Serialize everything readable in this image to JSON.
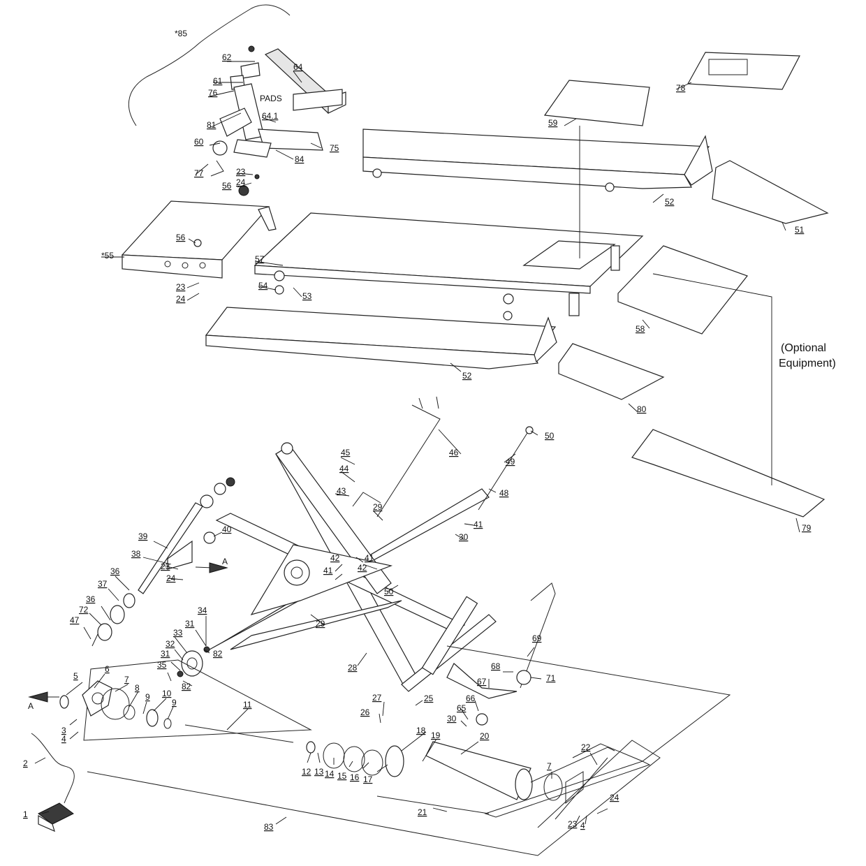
{
  "labels": {
    "p85": "*85",
    "p62": "62",
    "p61": "61",
    "p64": "64",
    "p76": "76",
    "pads": "PADS",
    "p64_1": "64.1",
    "p81": "81",
    "p60": "60",
    "p75": "75",
    "p84": "84",
    "p77": "77",
    "p23a": "23",
    "p24a": "24",
    "p56a": "56",
    "p59": "59",
    "p78": "78",
    "p52a": "52",
    "p51": "51",
    "p56b": "56",
    "p55": "*55",
    "p57": "57",
    "p23b": "23",
    "p24b": "24",
    "p54": "54",
    "p53": "53",
    "p58": "58",
    "p52b": "52",
    "p80": "80",
    "optional1": "(Optional",
    "optional2": "Equipment)",
    "p46": "46",
    "p45": "45",
    "p44": "44",
    "p43": "43",
    "p50a": "50",
    "p49": "49",
    "p48": "48",
    "p29a": "29",
    "p41a": "41",
    "p30a": "30",
    "p40": "40",
    "p39": "39",
    "p38": "38",
    "arrowA1": "A",
    "p42a": "42",
    "p41b": "41",
    "p42b": "42",
    "p41c": "41",
    "p23c": "23",
    "p24c": "24",
    "p36a": "36",
    "p37": "37",
    "p50b": "50",
    "p79": "79",
    "p36b": "36",
    "p72": "72",
    "p47": "47",
    "p29b": "29",
    "p34": "34",
    "p31a": "31",
    "p33": "33",
    "p82a": "82",
    "p32": "32",
    "p31b": "31",
    "p35": "35",
    "p82b": "82",
    "p28": "28",
    "p69": "69",
    "p68": "68",
    "p71": "71",
    "p67": "67",
    "p5": "5",
    "p6": "6",
    "p7a": "7",
    "p8": "8",
    "p9a": "9",
    "p10": "10",
    "p9b": "9",
    "p11": "11",
    "arrowA2": "A",
    "p27": "27",
    "p25": "25",
    "p26": "26",
    "p66": "66",
    "p65": "65",
    "p30b": "30",
    "p3": "3",
    "p4a": "4",
    "p2": "2",
    "p18": "18",
    "p19": "19",
    "p20": "20",
    "p12": "12",
    "p13": "13",
    "p14": "14",
    "p15": "15",
    "p16": "16",
    "p17": "17",
    "p7b": "7",
    "p22": "22",
    "p24d": "24",
    "p23d": "23",
    "p4b": "4",
    "p21": "21",
    "p1": "1",
    "p83": "83"
  }
}
